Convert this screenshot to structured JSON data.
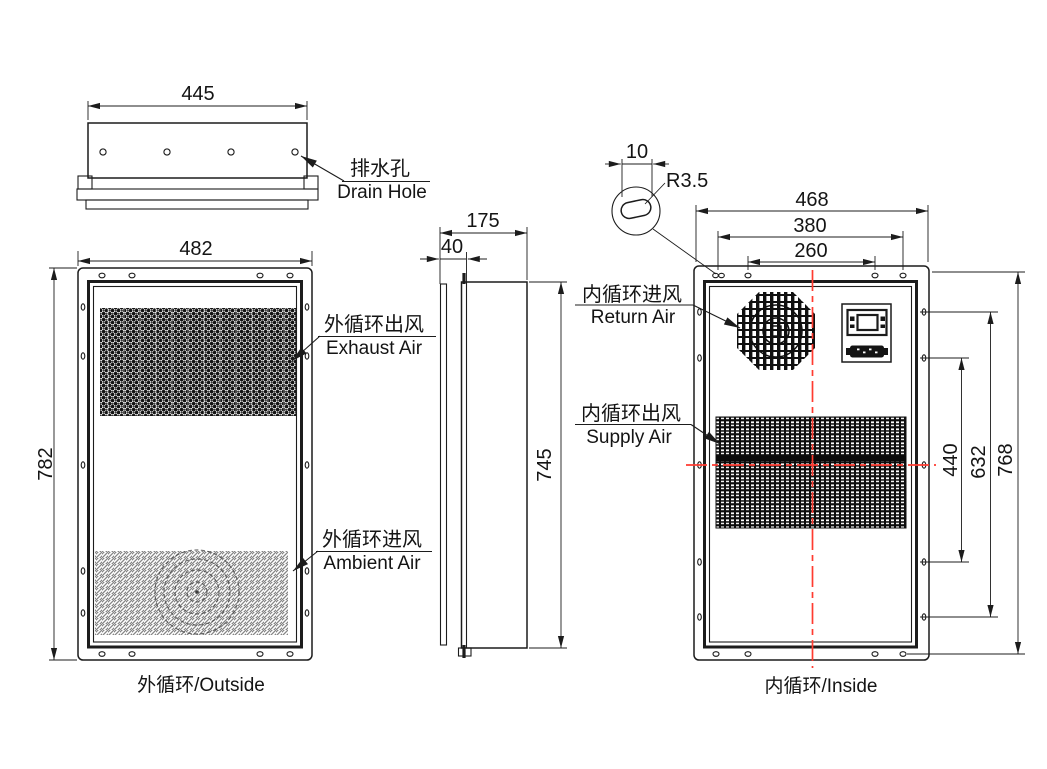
{
  "colors": {
    "line": "#1c1c1c",
    "centerline_red": "#ff3b30"
  },
  "top_view": {
    "dim_width": "445",
    "drain_cn": "排水孔",
    "drain_en": "Drain Hole"
  },
  "outside_view": {
    "dim_width": "482",
    "dim_height": "782",
    "exhaust_cn": "外循环出风",
    "exhaust_en": "Exhaust Air",
    "ambient_cn": "外循环进风",
    "ambient_en": "Ambient Air",
    "caption": "外循环/Outside"
  },
  "side_view": {
    "dim_depth": "175",
    "dim_flange": "40",
    "dim_height": "745"
  },
  "inside_view": {
    "dim_slot_width": "10",
    "dim_slot_radius": "R3.5",
    "dim_width": "468",
    "dim_mount_width": "380",
    "dim_inner_width": "260",
    "dim_supply_span": "440",
    "dim_mount_height": "632",
    "dim_height": "768",
    "return_cn": "内循环进风",
    "return_en": "Return Air",
    "supply_cn": "内循环出风",
    "supply_en": "Supply Air",
    "caption": "内循环/Inside"
  }
}
